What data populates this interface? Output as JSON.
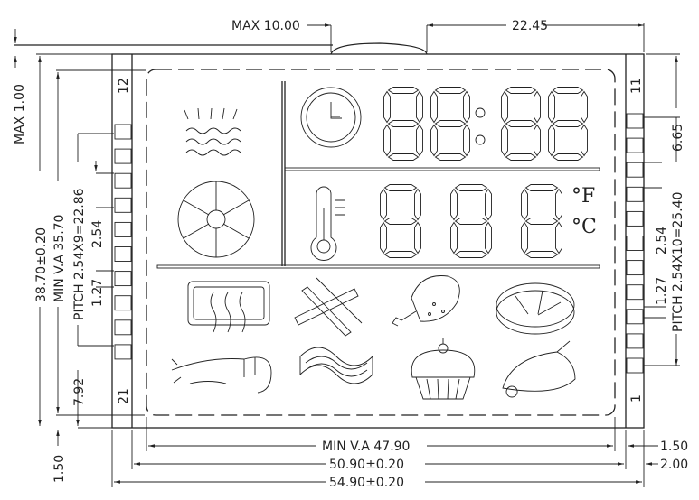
{
  "dimensions": {
    "max_thickness": "MAX  10.00",
    "offset_right": "22.45",
    "max_top": "MAX  1.00",
    "outline_height": "38.70±0.20",
    "va_height": "MIN  V.A  35.70",
    "pitch_left": "PITCH  2.54X9=22.86",
    "pitch_left_small": "2.54",
    "pin_width_left": "1.27",
    "bottom_offset_left": "7.92",
    "bottom_margin": "1.50",
    "top_offset_right": "6.65",
    "pitch_right": "PITCH  2.54X10=25.40",
    "pitch_right_small": "2.54",
    "pin_width_right": "1.27",
    "va_width": "MIN  V.A  47.90",
    "glass_width": "50.90±0.20",
    "outline_width": "54.90±0.20",
    "right_margin_1": "1.50",
    "right_margin_2": "2.00"
  },
  "pins": {
    "left_top": "12",
    "left_bottom": "21",
    "right_top": "11",
    "right_bottom": "1"
  },
  "units": {
    "fahrenheit": "°F",
    "celsius": "°C"
  },
  "icons": [
    "steam-icon",
    "clock-icon",
    "fan-icon",
    "thermometer-icon",
    "grill-icon",
    "fries-icon",
    "chicken-leg-icon",
    "steak-icon",
    "shrimp-icon",
    "bacon-icon",
    "cupcake-icon",
    "fish-icon"
  ]
}
